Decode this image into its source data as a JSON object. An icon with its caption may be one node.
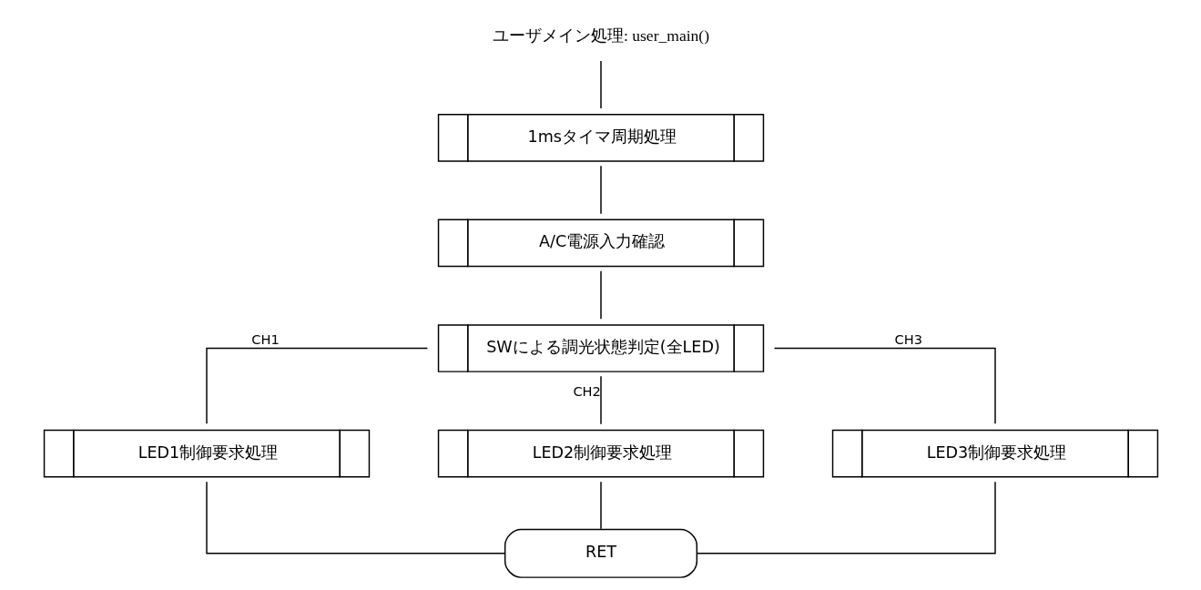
{
  "diagram": {
    "nodes": [
      {
        "text": [
          "ユーザメイン処理: user_main()"
        ]
      },
      {
        "text": [
          "1msタイマ周期処理"
        ]
      },
      {
        "text": [
          "A/C電源入力確認"
        ]
      },
      {
        "text": [
          "SWによる調光状態判定(全LED)"
        ]
      },
      {
        "text": [
          "LED1制御要求処理"
        ]
      },
      {
        "text": [
          "LED2制御要求処理"
        ]
      },
      {
        "text": [
          "LED3制御要求処理"
        ]
      },
      {
        "text": [
          "RET"
        ]
      }
    ],
    "edges": [
      {
        "from": 0,
        "to": 1,
        "arrow": "none"
      },
      {
        "from": 1,
        "to": 2,
        "arrow": "none"
      },
      {
        "from": 2,
        "to": 3,
        "arrow": "none"
      },
      {
        "from": 3,
        "to": 4,
        "arrow": "none",
        "label": "CH1"
      },
      {
        "from": 3,
        "to": 5,
        "arrow": "none",
        "label": "CH2"
      },
      {
        "from": 3,
        "to": 6,
        "arrow": "none",
        "label": "CH3"
      },
      {
        "from": 4,
        "to": 7,
        "arrow": "none"
      },
      {
        "from": 5,
        "to": 7,
        "arrow": "none"
      },
      {
        "from": 6,
        "to": 7,
        "arrow": "none"
      }
    ]
  }
}
